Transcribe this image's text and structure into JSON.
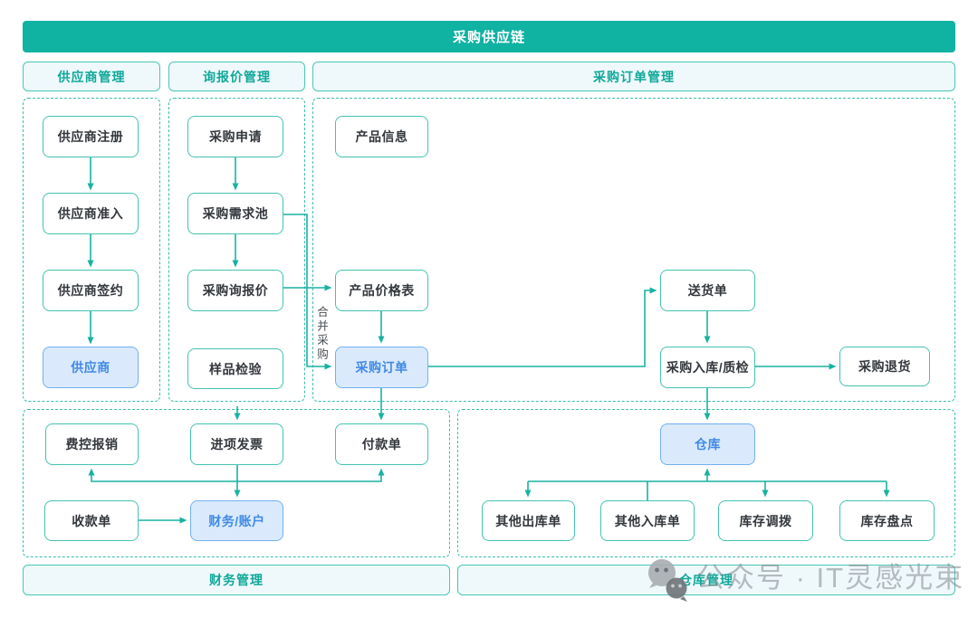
{
  "banner": {
    "title": "采购供应链"
  },
  "section_headers": {
    "supplier": "供应商管理",
    "inquiry": "询报价管理",
    "purchase_order": "采购订单管理"
  },
  "section_footers": {
    "finance": "财务管理",
    "warehouse": "仓库管理"
  },
  "nodes": {
    "supplier_register": {
      "label": "供应商注册"
    },
    "supplier_access": {
      "label": "供应商准入"
    },
    "supplier_sign": {
      "label": "供应商签约"
    },
    "supplier": {
      "label": "供应商"
    },
    "purchase_request": {
      "label": "采购申请"
    },
    "demand_pool": {
      "label": "采购需求池"
    },
    "rfq": {
      "label": "采购询报价"
    },
    "sample_check": {
      "label": "样品检验"
    },
    "product_info": {
      "label": "产品信息"
    },
    "price_list": {
      "label": "产品价格表"
    },
    "purchase_order": {
      "label": "采购订单"
    },
    "delivery_note": {
      "label": "送货单"
    },
    "inbound_qc": {
      "label": "采购入库/质检"
    },
    "purchase_return": {
      "label": "采购退货"
    },
    "expense_claim": {
      "label": "费控报销"
    },
    "input_invoice": {
      "label": "进项发票"
    },
    "payment_order": {
      "label": "付款单"
    },
    "receipt_order": {
      "label": "收款单"
    },
    "finance_account": {
      "label": "财务/账户"
    },
    "warehouse": {
      "label": "仓库"
    },
    "other_outbound": {
      "label": "其他出库单"
    },
    "other_inbound": {
      "label": "其他入库单"
    },
    "stock_transfer": {
      "label": "库存调拨"
    },
    "stock_count": {
      "label": "库存盘点"
    }
  },
  "labels": {
    "merge_purchase": "合并采购"
  },
  "edges": [
    {
      "from": "供应商注册",
      "to": "供应商准入"
    },
    {
      "from": "供应商准入",
      "to": "供应商签约"
    },
    {
      "from": "供应商签约",
      "to": "供应商"
    },
    {
      "from": "采购申请",
      "to": "采购需求池"
    },
    {
      "from": "采购需求池",
      "to": "采购询报价"
    },
    {
      "from": "采购需求池",
      "to": "采购订单",
      "label": "合并采购"
    },
    {
      "from": "采购询报价",
      "to": "产品价格表"
    },
    {
      "from": "产品价格表",
      "to": "采购订单"
    },
    {
      "from": "采购订单",
      "to": "送货单"
    },
    {
      "from": "送货单",
      "to": "采购入库/质检"
    },
    {
      "from": "采购入库/质检",
      "to": "采购退货"
    },
    {
      "from": "采购入库/质检",
      "to": "仓库"
    },
    {
      "from": "采购订单",
      "to": "付款单"
    },
    {
      "from": "section-boundary",
      "to": "进项发票"
    },
    {
      "from": "进项发票",
      "to": "费控报销"
    },
    {
      "from": "进项发票",
      "to": "付款单"
    },
    {
      "from": "进项发票",
      "to": "财务/账户"
    },
    {
      "from": "收款单",
      "to": "财务/账户"
    },
    {
      "from": "仓库",
      "to": "其他出库单"
    },
    {
      "from": "其他入库单",
      "to": "仓库"
    },
    {
      "from": "仓库",
      "to": "库存调拨"
    },
    {
      "from": "仓库",
      "to": "库存盘点"
    }
  ],
  "watermark": {
    "text": "公众号 · IT灵感光束",
    "icon": "wechat-icon"
  },
  "colors": {
    "banner_teal": "#10b2a2",
    "line_teal": "#18b2a2",
    "box_border_teal": "#44c2b1",
    "header_bg": "#eff9fc",
    "blue_fill": "#daeafc",
    "blue_border": "#71b0f1",
    "blue_text": "#418ae5",
    "node_text": "#33373c",
    "watermark_gray": "#82888d"
  }
}
